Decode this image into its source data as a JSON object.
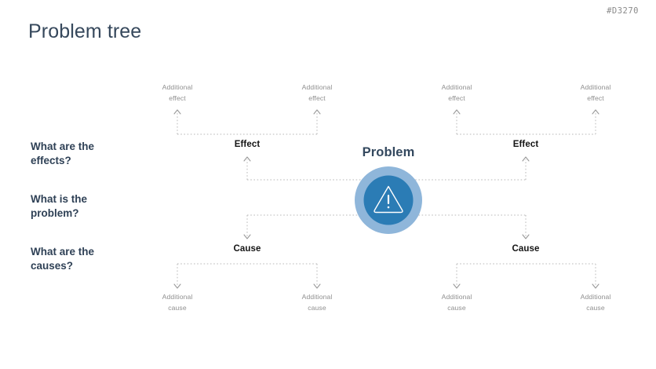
{
  "meta": {
    "doc_code": "#D3270",
    "title": "Problem tree"
  },
  "colors": {
    "title": "#36485c",
    "question": "#2f4156",
    "node_main": "#141414",
    "node_sub": "#8f8f8f",
    "connector": "#b8b8b8",
    "badge_outer_ring": "#8fb6da",
    "badge_inner": "#2b7cb5",
    "badge_glyph": "#ffffff",
    "doc_code": "#8a8a8a",
    "background": "#ffffff"
  },
  "questions": [
    {
      "id": "effects",
      "line1": "What are the",
      "line2": "effects?"
    },
    {
      "id": "problem",
      "line1": "What is the",
      "line2": "problem?"
    },
    {
      "id": "causes",
      "line1": "What are the",
      "line2": "causes?"
    }
  ],
  "center": {
    "label": "Problem",
    "icon": "warning-triangle-icon"
  },
  "effects": {
    "branches": [
      {
        "label": "Effect",
        "additional": [
          {
            "line1": "Additional",
            "line2": "effect"
          },
          {
            "line1": "Additional",
            "line2": "effect"
          }
        ]
      },
      {
        "label": "Effect",
        "additional": [
          {
            "line1": "Additional",
            "line2": "effect"
          },
          {
            "line1": "Additional",
            "line2": "effect"
          }
        ]
      }
    ]
  },
  "causes": {
    "branches": [
      {
        "label": "Cause",
        "additional": [
          {
            "line1": "Additional",
            "line2": "cause"
          },
          {
            "line1": "Additional",
            "line2": "cause"
          }
        ]
      },
      {
        "label": "Cause",
        "additional": [
          {
            "line1": "Additional",
            "line2": "cause"
          },
          {
            "line1": "Additional",
            "line2": "cause"
          }
        ]
      }
    ]
  }
}
